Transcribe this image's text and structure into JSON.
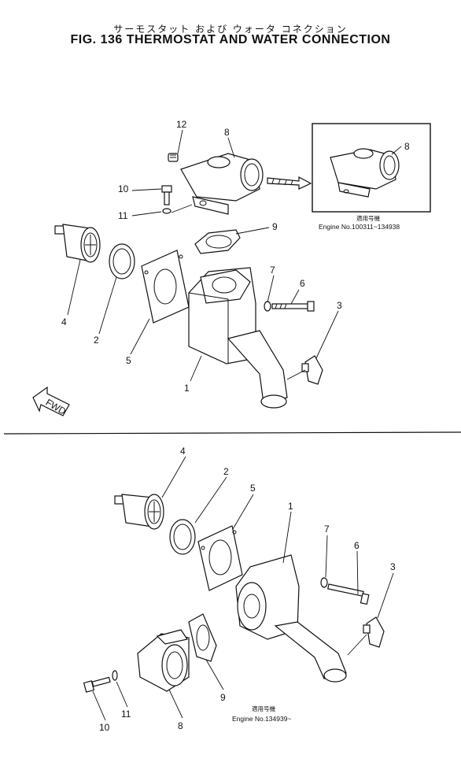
{
  "title_jp": "サーモスタット および ウォータ コネクション",
  "title": "FIG. 136 THERMOSTAT AND WATER CONNECTION",
  "fwd_label": "FWD",
  "inset": {
    "applicability_jp": "適用号機",
    "engine_range": "Engine No.100311~134938"
  },
  "lower": {
    "applicability_jp": "適用号機",
    "engine_range": "Engine No.134939~"
  },
  "part_numbers": {
    "p1": "1",
    "p2": "2",
    "p3": "3",
    "p4": "4",
    "p5": "5",
    "p6": "6",
    "p7": "7",
    "p8": "8",
    "p9": "9",
    "p10": "10",
    "p11": "11",
    "p12": "12"
  }
}
